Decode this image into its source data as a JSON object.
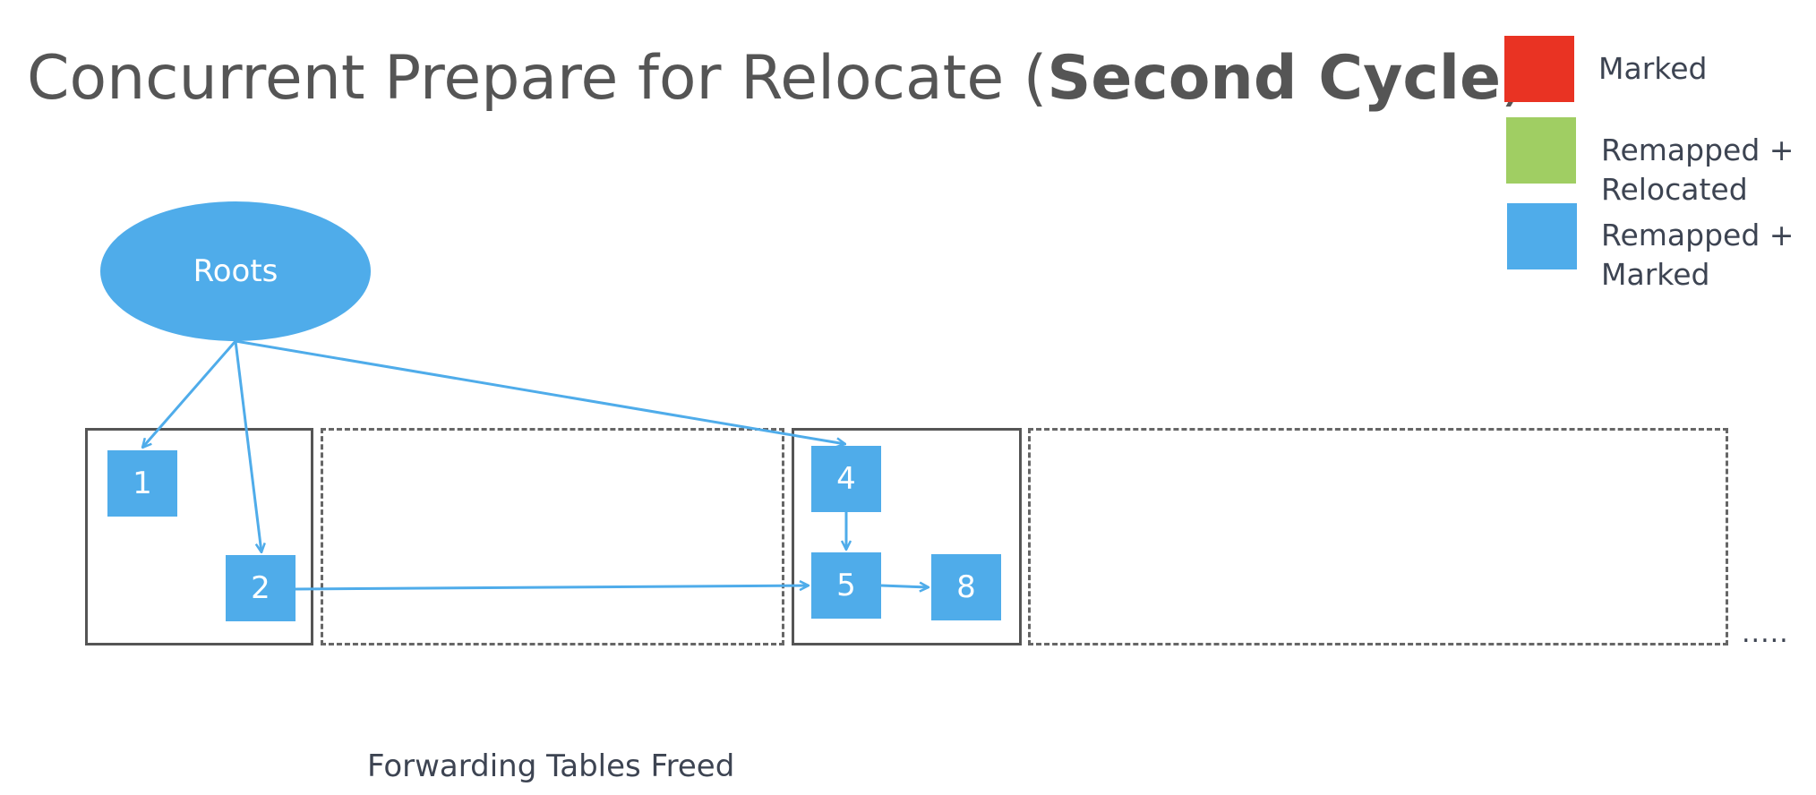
{
  "title": {
    "prefix": "Concurrent Prepare for Relocate (",
    "bold": "Second Cycle",
    "suffix": ")"
  },
  "legend": [
    {
      "label": "Marked",
      "color": "#E93323"
    },
    {
      "label": "Remapped +\nRelocated",
      "color": "#A0CE63"
    },
    {
      "label": "Remapped +\nMarked",
      "color": "#4FACEA"
    }
  ],
  "roots_label": "Roots",
  "nodes": {
    "n1": "1",
    "n2": "2",
    "n4": "4",
    "n5": "5",
    "n8": "8"
  },
  "ellipsis": ".....",
  "caption": "Forwarding Tables Freed",
  "colors": {
    "node": "#4FACEA",
    "arrow": "#4FACEA",
    "border": "#555555"
  }
}
